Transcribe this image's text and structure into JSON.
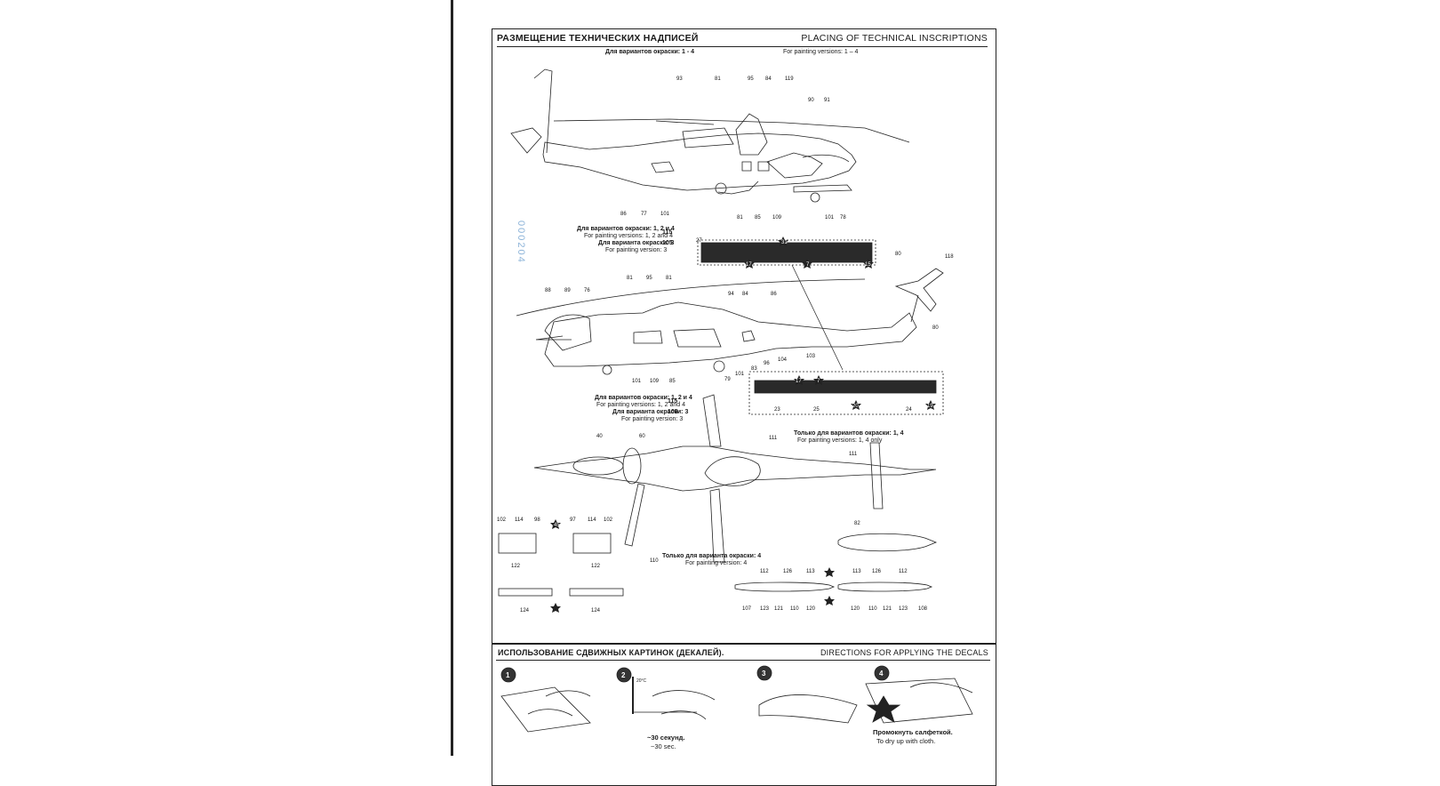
{
  "header": {
    "title_ru": "РАЗМЕЩЕНИЕ ТЕХНИЧЕСКИХ НАДПИСЕЙ",
    "title_en": "PLACING OF TECHNICAL INSCRIPTIONS",
    "versions_ru": "Для вариантов окраски: 1 - 4",
    "versions_en": "For painting versions: 1 – 4"
  },
  "stamp": "000204",
  "side_view_1": {
    "callouts_top": [
      "93",
      "81",
      "95",
      "84",
      "119",
      "90",
      "91"
    ],
    "callouts_bottom": [
      "86",
      "77",
      "101",
      "81",
      "85",
      "109",
      "101",
      "78"
    ],
    "note_ru_1": "Для вариантов окраски: 1, 2 и 4",
    "note_en_1": "For painting versions: 1, 2 and 4",
    "note_ru_2": "Для варианта окраски: 3",
    "note_en_2": "For painting version: 3",
    "num_1": "115",
    "num_2": "105"
  },
  "panel_1": {
    "labels": [
      "27",
      "31",
      "17",
      "7",
      "15"
    ]
  },
  "side_view_2": {
    "callouts_top": [
      "88",
      "89",
      "76",
      "81",
      "95",
      "81",
      "94",
      "84",
      "86",
      "80",
      "118"
    ],
    "callouts_bottom": [
      "101",
      "109",
      "85",
      "79",
      "101",
      "83",
      "96",
      "104",
      "103",
      "80"
    ],
    "note_ru_1": "Для вариантов окраски: 1, 2 и 4",
    "note_en_1": "For painting versions: 1, 2 and 4",
    "note_ru_2": "Для варианта окраски: 3",
    "note_en_2": "For painting version: 3",
    "num_1": "115",
    "num_2": "105"
  },
  "panel_2": {
    "labels": [
      "17",
      "7",
      "23",
      "25",
      "20",
      "24",
      "19"
    ]
  },
  "top_view": {
    "callouts": [
      "40",
      "60",
      "111",
      "111"
    ],
    "note_ru": "Только для вариантов окраски: 1, 4",
    "note_en": "For painting versions: 1, 4 only",
    "note2_ru": "Только для варианта окраски: 4",
    "note2_en": "For painting version: 4",
    "num": "110"
  },
  "pods": {
    "left_labels": [
      "102",
      "114",
      "98",
      "97",
      "114",
      "102",
      "122",
      "122",
      "124",
      "124",
      "45"
    ],
    "tank_label": "82",
    "right_labels_top": [
      "112",
      "126",
      "113",
      "113",
      "126",
      "112"
    ],
    "right_labels_bottom": [
      "107",
      "123",
      "121",
      "110",
      "120",
      "120",
      "110",
      "121",
      "123",
      "108"
    ]
  },
  "directions": {
    "title_ru": "ИСПОЛЬЗОВАНИЕ СДВИЖНЫХ КАРТИНОК (ДЕКАЛЕЙ).",
    "title_en": "DIRECTIONS  FOR APPLYING THE DECALS",
    "steps": [
      "1",
      "2",
      "3",
      "4"
    ],
    "temp": "20°C",
    "step2_ru": "~30 секунд.",
    "step2_en": "~30 sec.",
    "step4_ru": "Промокнуть салфеткой.",
    "step4_en": "To dry up with cloth."
  }
}
